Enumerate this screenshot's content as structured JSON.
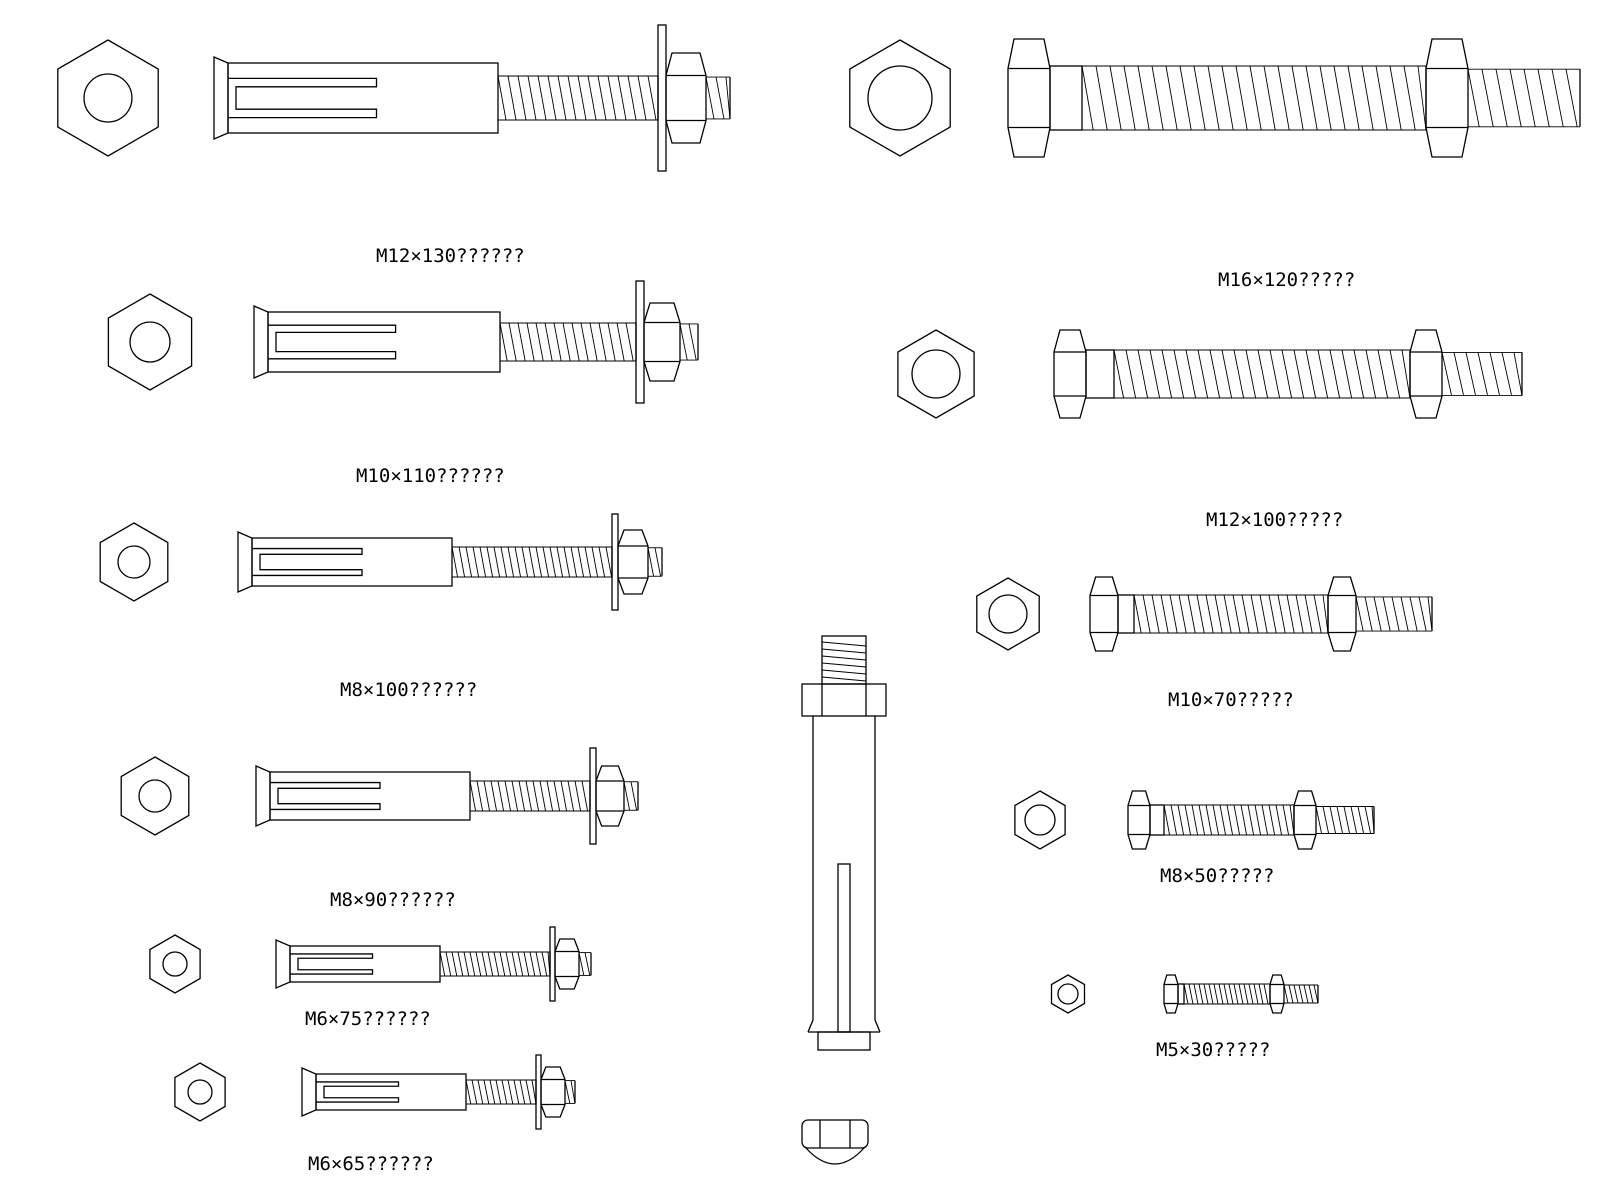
{
  "labels": {
    "m12x130": "M12×130??????",
    "m10x110": "M10×110??????",
    "m8x100": "M8×100??????",
    "m8x90": "M8×90??????",
    "m6x75": "M6×75??????",
    "m6x65": "M6×65??????",
    "m16x120": "M16×120?????",
    "m12x100": "M12×100?????",
    "m10x70": "M10×70?????",
    "m8x50": "M8×50?????",
    "m5x30": "M5×30?????"
  }
}
